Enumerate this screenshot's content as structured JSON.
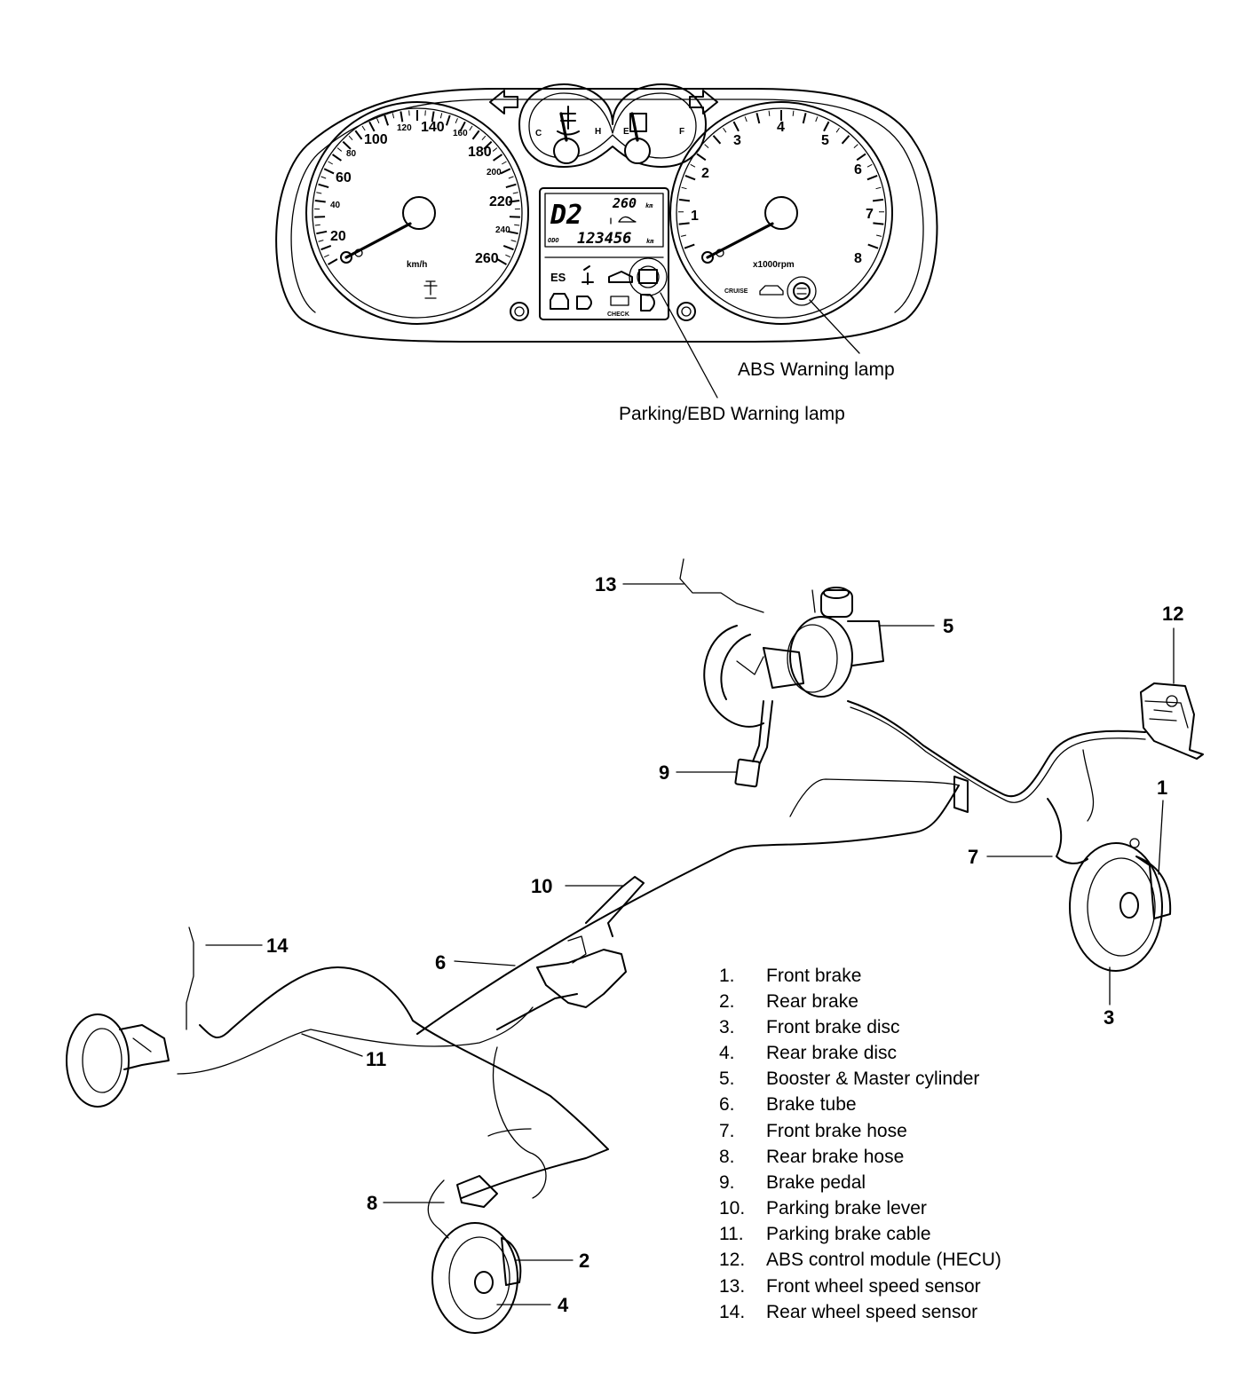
{
  "cluster": {
    "speedometer": {
      "ticks": [
        "20",
        "40",
        "60",
        "80",
        "100",
        "120",
        "140",
        "160",
        "180",
        "200",
        "220",
        "240",
        "260"
      ],
      "unit": "km/h"
    },
    "tachometer": {
      "ticks": [
        "1",
        "2",
        "3",
        "4",
        "5",
        "6",
        "7",
        "8"
      ],
      "unit": "x1000rpm",
      "cruise": "CRUISE"
    },
    "temp_gauge": {
      "cold": "C",
      "hot": "H"
    },
    "fuel_gauge": {
      "empty": "E",
      "full": "F"
    },
    "lcd": {
      "gear": "D2",
      "trip": "260",
      "trip_unit": "km",
      "odo": "123456",
      "odo_unit": "km",
      "odo_label": "ODO",
      "es_lamp": "ES",
      "check_lamp": "CHECK"
    },
    "annotations": {
      "abs": "ABS Warning lamp",
      "parking": "Parking/EBD Warning lamp"
    }
  },
  "callouts": {
    "c1": "1",
    "c2": "2",
    "c3": "3",
    "c4": "4",
    "c5": "5",
    "c6": "6",
    "c7": "7",
    "c8": "8",
    "c9": "9",
    "c10": "10",
    "c11": "11",
    "c12": "12",
    "c13": "13",
    "c14": "14"
  },
  "legend": [
    {
      "num": "1.",
      "label": "Front brake"
    },
    {
      "num": "2.",
      "label": "Rear brake"
    },
    {
      "num": "3.",
      "label": "Front brake disc"
    },
    {
      "num": "4.",
      "label": "Rear brake disc"
    },
    {
      "num": "5.",
      "label": "Booster & Master cylinder"
    },
    {
      "num": "6.",
      "label": "Brake tube"
    },
    {
      "num": "7.",
      "label": "Front brake hose"
    },
    {
      "num": "8.",
      "label": "Rear brake hose"
    },
    {
      "num": "9.",
      "label": "Brake pedal"
    },
    {
      "num": "10.",
      "label": "Parking brake lever"
    },
    {
      "num": "11.",
      "label": "Parking brake cable"
    },
    {
      "num": "12.",
      "label": "ABS control module (HECU)"
    },
    {
      "num": "13.",
      "label": "Front wheel speed sensor"
    },
    {
      "num": "14.",
      "label": "Rear wheel speed sensor"
    }
  ]
}
